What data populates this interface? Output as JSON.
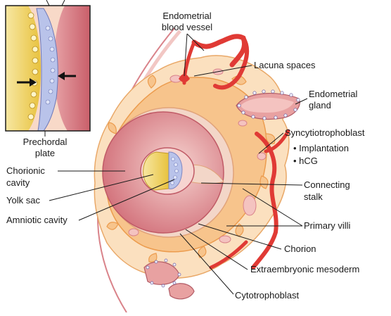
{
  "labels": {
    "endometrial_blood_vessel": [
      "Endometrial",
      "blood vessel"
    ],
    "lacuna_spaces": "Lacuna spaces",
    "endometrial_gland": [
      "Endometrial",
      "gland"
    ],
    "syncytiotrophoblast": "Syncytiotrophoblast",
    "syncytio_items": [
      "•  Implantation",
      "•  hCG"
    ],
    "prechordal_plate": [
      "Prechordal",
      "plate"
    ],
    "chorionic_cavity": [
      "Chorionic",
      "cavity"
    ],
    "yolk_sac": "Yolk sac",
    "amniotic_cavity": "Amniotic cavity",
    "connecting_stalk": [
      "Connecting",
      "stalk"
    ],
    "primary_villi": "Primary villi",
    "chorion": "Chorion",
    "extraembryonic_mesoderm": "Extraembryonic mesoderm",
    "cytotrophoblast": "Cytotrophoblast"
  },
  "colors": {
    "cavity": "#d9838a",
    "cavity_light": "#f2c7c4",
    "trophoblast": "#f8cfa0",
    "trophoblast_dark": "#f0a860",
    "yolk": "#f3d86a",
    "vessel": "#e03a35",
    "gland": "#d98a8a",
    "epiblast": "#b9c3ea"
  }
}
